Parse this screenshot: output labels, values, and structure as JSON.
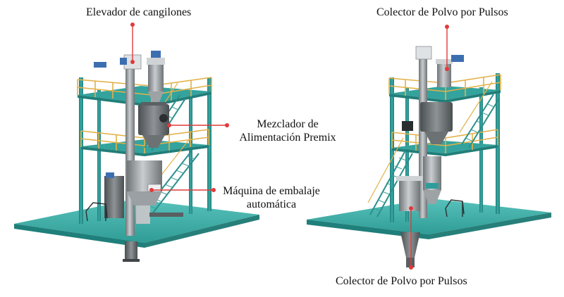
{
  "labels": {
    "bucket_elevator": "Elevador de cangilones",
    "premix_mixer_line1": "Mezclador de",
    "premix_mixer_line2": "Alimentación Premix",
    "packing_line1": "Máquina de embalaje",
    "packing_line2": "automática",
    "pulse_collector_top": "Colector de Polvo por Pulsos",
    "pulse_collector_bottom": "Colector de Polvo por Pulsos"
  },
  "colors": {
    "callout": "#e03a3a",
    "structure_teal": "#2f9c9a",
    "platform_top": "#3fb3ad",
    "railing": "#e8b544",
    "machine_grey": "#8c9094",
    "machine_light": "#d7dadc"
  }
}
